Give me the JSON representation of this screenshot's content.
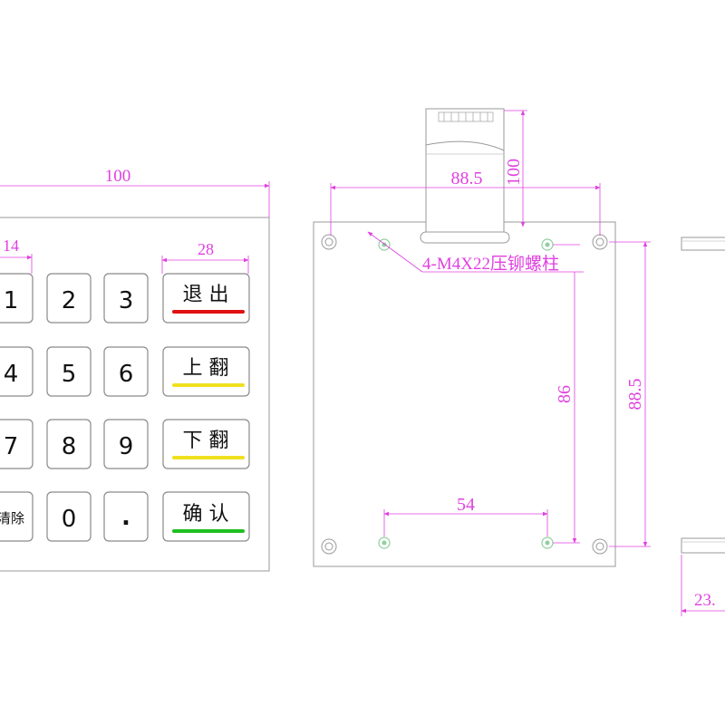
{
  "colors": {
    "dimension": "#e040e0",
    "outline": "#9a9a9a",
    "key_border": "#8a8a8a",
    "hole_green": "#8fcf9f",
    "bar_red": "#e01010",
    "bar_yellow": "#f0e020",
    "bar_green": "#20c020"
  },
  "front_view": {
    "dim_width": "100",
    "dim_key_width": "14",
    "dim_func_key_width": "28",
    "digit_keys": [
      "1",
      "2",
      "3",
      "4",
      "5",
      "6",
      "7",
      "8",
      "9",
      "清除",
      "0",
      "."
    ],
    "function_keys": [
      {
        "label": "退 出",
        "bar_color": "red"
      },
      {
        "label": "上 翻",
        "bar_color": "yellow"
      },
      {
        "label": "下 翻",
        "bar_color": "yellow"
      },
      {
        "label": "确 认",
        "bar_color": "green"
      }
    ]
  },
  "back_view": {
    "dim_hole_span": "88.5",
    "dim_height_total": "100",
    "rivet_note": "4-M4X22压铆螺柱",
    "dim_rivet_vertical": "86",
    "dim_rivet_horizontal": "54",
    "dim_hole_vertical": "88.5"
  },
  "side_view": {
    "dim_thickness": "23."
  }
}
